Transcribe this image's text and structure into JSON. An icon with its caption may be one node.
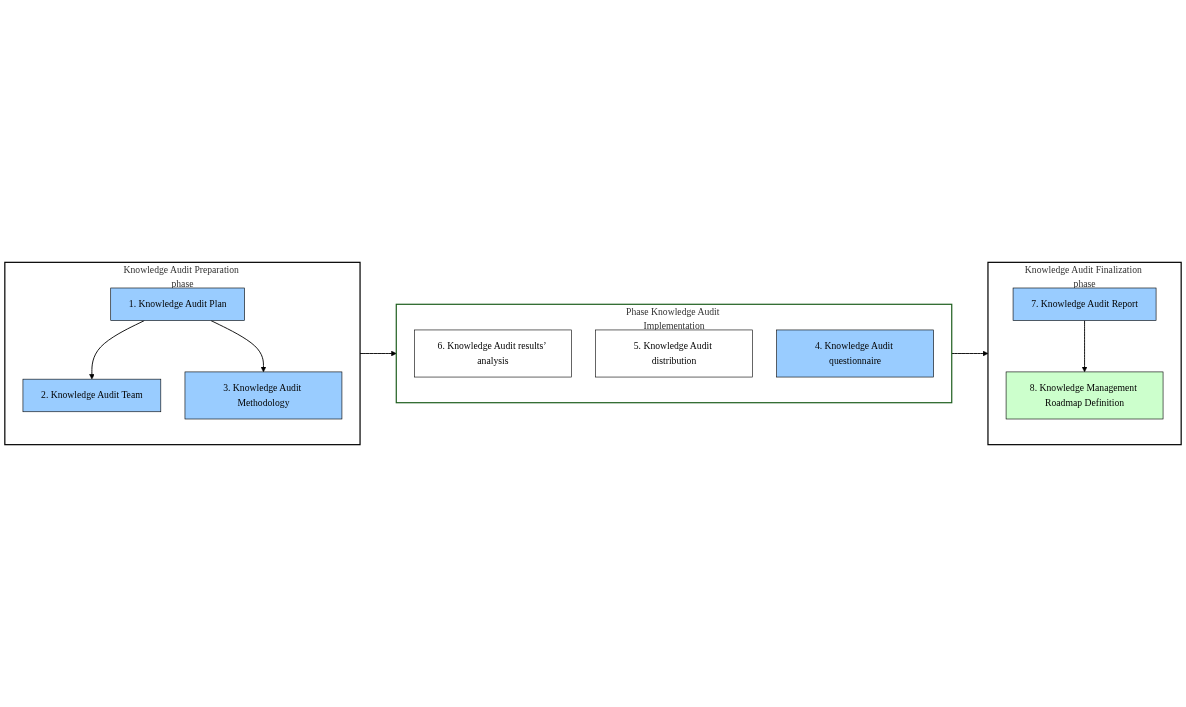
{
  "diagram": {
    "nodes": [
      {
        "text": [
          "Knowledge Audit Preparation phase"
        ]
      },
      {
        "text": [
          "2. Knowledge Audit Team"
        ],
        "in": 0
      },
      {
        "text": [
          "1. Knowledge Audit Plan"
        ],
        "in": 0
      },
      {
        "text": [
          "3. Knowledge Audit Methodology"
        ],
        "in": 0
      },
      {
        "text": [
          "Phase Knowledge Audit Implementation"
        ]
      },
      {
        "text": [
          "6. Knowledge Audit results’ analysis"
        ],
        "in": 4
      },
      {
        "text": [
          "5. Knowledge Audit distribution"
        ],
        "in": 4
      },
      {
        "text": [
          "4. Knowledge Audit questionnaire"
        ],
        "in": 4
      },
      {
        "text": [
          "Knowledge Audit Finalization phase"
        ]
      },
      {
        "text": [
          "7. Knowledge Audit Report"
        ],
        "in": 8
      },
      {
        "text": [
          "8. Knowledge Management Roadmap Definition"
        ],
        "in": 8
      }
    ],
    "edges": [
      {
        "from": 2,
        "to": 1,
        "arrow": "to"
      },
      {
        "from": 2,
        "to": 3,
        "arrow": "to"
      },
      {
        "from": 0,
        "to": 4,
        "arrow": "to"
      },
      {
        "from": 4,
        "to": 8,
        "arrow": "to"
      },
      {
        "from": 9,
        "to": 10,
        "arrow": "to"
      }
    ]
  }
}
